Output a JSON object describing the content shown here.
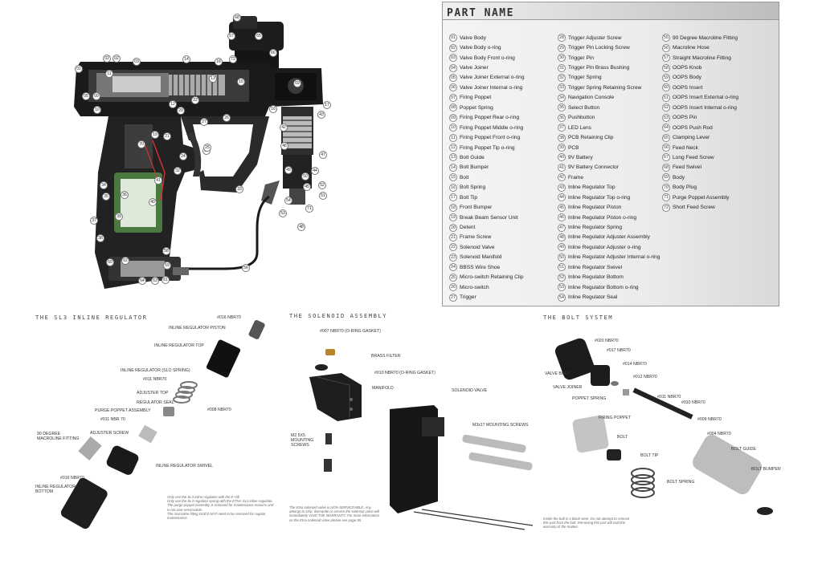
{
  "parts_table": {
    "title": "PART NAME",
    "columns": [
      [
        {
          "num": "01",
          "name": "Valve Body"
        },
        {
          "num": "02",
          "name": "Valve Body o-ring"
        },
        {
          "num": "03",
          "name": "Valve Body Front o-ring"
        },
        {
          "num": "04",
          "name": "Valve Joiner"
        },
        {
          "num": "05",
          "name": "Valve Joiner External o-ring"
        },
        {
          "num": "06",
          "name": "Valve Joiner Internal o-ring"
        },
        {
          "num": "07",
          "name": "Firing Poppet"
        },
        {
          "num": "08",
          "name": "Poppet Spring"
        },
        {
          "num": "09",
          "name": "Firing Poppet Rear o-ring"
        },
        {
          "num": "10",
          "name": "Firing Poppet Middle o-ring"
        },
        {
          "num": "11",
          "name": "Firing Poppet Front o-ring"
        },
        {
          "num": "12",
          "name": "Firing Poppet Tip o-ring"
        },
        {
          "num": "13",
          "name": "Bolt Guide"
        },
        {
          "num": "14",
          "name": "Bolt Bumper"
        },
        {
          "num": "15",
          "name": "Bolt"
        },
        {
          "num": "16",
          "name": "Bolt Spring"
        },
        {
          "num": "17",
          "name": "Bolt Tip"
        },
        {
          "num": "18",
          "name": "Front Bumper"
        },
        {
          "num": "19",
          "name": "Break Beam Sensor Unit"
        },
        {
          "num": "20",
          "name": "Detent"
        },
        {
          "num": "21",
          "name": "Frame Screw"
        },
        {
          "num": "22",
          "name": "Solenoid Valve"
        },
        {
          "num": "23",
          "name": "Solenoid Manifold"
        },
        {
          "num": "24",
          "name": "BBSS Wire Shoe"
        },
        {
          "num": "25",
          "name": "Micro-switch Retaining Clip"
        },
        {
          "num": "26",
          "name": "Micro-switch"
        },
        {
          "num": "27",
          "name": "Trigger"
        }
      ],
      [
        {
          "num": "28",
          "name": "Trigger Adjuster Screw"
        },
        {
          "num": "29",
          "name": "Trigger Pin Locking Screw"
        },
        {
          "num": "30",
          "name": "Trigger Pin"
        },
        {
          "num": "31",
          "name": "Trigger Pin Brass Bushing"
        },
        {
          "num": "32",
          "name": "Trigger Spring"
        },
        {
          "num": "33",
          "name": "Trigger Spring Retaining Screw"
        },
        {
          "num": "34",
          "name": "Navigation Console"
        },
        {
          "num": "35",
          "name": "Select Button"
        },
        {
          "num": "36",
          "name": "Pushbutton"
        },
        {
          "num": "37",
          "name": "LED Lens"
        },
        {
          "num": "38",
          "name": "PCB Retaining Clip"
        },
        {
          "num": "39",
          "name": "PCB"
        },
        {
          "num": "40",
          "name": "9V Battery"
        },
        {
          "num": "41",
          "name": "9V Battery Connector"
        },
        {
          "num": "42",
          "name": "Frame"
        },
        {
          "num": "43",
          "name": "Inline Regulator Top"
        },
        {
          "num": "44",
          "name": "Inline Regulator Top o-ring"
        },
        {
          "num": "45",
          "name": "Inline Regulator Piston"
        },
        {
          "num": "46",
          "name": "Inline Regulator Piston o-ring"
        },
        {
          "num": "47",
          "name": "Inline Regulator Spring"
        },
        {
          "num": "48",
          "name": "Inline Regulator Adjuster Assembly"
        },
        {
          "num": "49",
          "name": "Inline Regulator Adjuster o-ring"
        },
        {
          "num": "50",
          "name": "Inline Regulator Adjuster Internal o-ring"
        },
        {
          "num": "51",
          "name": "Inline Regulator Swivel"
        },
        {
          "num": "52",
          "name": "Inline Regulator Bottom"
        },
        {
          "num": "53",
          "name": "Inline Regulator Bottom o-ring"
        },
        {
          "num": "54",
          "name": "Inline Regulator Seal"
        }
      ],
      [
        {
          "num": "55",
          "name": "90 Degree Macroline Fitting"
        },
        {
          "num": "56",
          "name": "Macroline Hose"
        },
        {
          "num": "57",
          "name": "Straight Macroline Fitting"
        },
        {
          "num": "58",
          "name": "OOPS Knob"
        },
        {
          "num": "59",
          "name": "OOPS Body"
        },
        {
          "num": "60",
          "name": "OOPS Insert"
        },
        {
          "num": "61",
          "name": "OOPS Insert External o-ring"
        },
        {
          "num": "62",
          "name": "OOPS Insert Internal o-ring"
        },
        {
          "num": "63",
          "name": "OOPS Pin"
        },
        {
          "num": "64",
          "name": "OOPS Push Rod"
        },
        {
          "num": "65",
          "name": "Clamping Lever"
        },
        {
          "num": "66",
          "name": "Feed Neck"
        },
        {
          "num": "67",
          "name": "Long Feed Screw"
        },
        {
          "num": "68",
          "name": "Feed Swivel"
        },
        {
          "num": "69",
          "name": "Body"
        },
        {
          "num": "70",
          "name": "Body Plug"
        },
        {
          "num": "71",
          "name": "Purge Poppet Assembly"
        },
        {
          "num": "72",
          "name": "Short Feed Screw"
        }
      ]
    ]
  },
  "marker_callouts": [
    "68",
    "57",
    "65",
    "01",
    "02",
    "02",
    "03",
    "14",
    "18",
    "72",
    "66",
    "69",
    "09",
    "05",
    "10",
    "11",
    "12",
    "13",
    "15",
    "16",
    "17",
    "21",
    "70",
    "19",
    "22",
    "20",
    "29",
    "32",
    "27",
    "25",
    "24",
    "26",
    "33",
    "42",
    "46",
    "47",
    "43",
    "44",
    "45",
    "49",
    "50",
    "52",
    "51",
    "53",
    "71",
    "48",
    "54",
    "34",
    "36",
    "35",
    "37",
    "38",
    "39",
    "40",
    "41",
    "64",
    "63",
    "61",
    "59",
    "58",
    "62",
    "60",
    "56"
  ],
  "regulator": {
    "title": "THE SL3 INLINE REGULATOR",
    "labels": {
      "o016_top": "#016 NBR70",
      "piston": "INLINE REGULATOR PISTON",
      "top": "INLINE REGULATOR TOP",
      "spring": "INLINE REGULATOR (SLO SPRING)",
      "o011": "#011 NBR70",
      "adj_top": "ADJUSTER TOP",
      "seal": "REGULATOR SEAL",
      "purge": "PURGE POPPET ASSEMBLY",
      "o011b": "#011 NBR 70",
      "o008": "#008 NBR70",
      "adj_screw": "ADJUSTER SCREW",
      "macro": "90 DEGREE MACROLINE FITTING",
      "swivel": "INLINE REGULATOR SWIVEL",
      "o016_bot": "#016 NBR70",
      "bottom": "INLINE REGULATOR BOTTOM"
    },
    "notes": [
      "Only use the SL3 inline regulator with the E-Vill.",
      "Only use the SL3 regulator spring with the ETNA SL3 inline regulator.",
      "The purge poppet assembly is removed for maintenance reasons and is not user-serviceable.",
      "The macroline fitting DOES NOT need to be removed for regular maintenance."
    ]
  },
  "solenoid": {
    "title": "THE SOLENOID ASSEMBLY",
    "labels": {
      "gasket1": "#007 NBR70 (O-RING GASKET)",
      "filter": "BRASS FILTER",
      "gasket2": "#010 NBR70 (O-RING GASKET)",
      "manifold": "MANIFOLD",
      "valve": "SOLENOID VALVE",
      "mscrews": "M3x17 MOUNTING SCREWS",
      "m2screws": "M2 5X5 MOUNTING SCREWS"
    },
    "note": "The Etna solenoid valve is NON-SERVICEABLE. Any attempt to strip, dismantle or service the solenoid valve will immediately VOID THE WARRANTY. For more information on the Etna solenoid valve please see page 55."
  },
  "bolt": {
    "title": "THE BOLT SYSTEM",
    "labels": {
      "o020": "#020 NBR70",
      "o017": "#017 NBR70",
      "o014": "#014 NBR70",
      "o012": "#012 NBR70",
      "valve_body": "VALVE BODY",
      "valve_joiner": "VALVE JOINER",
      "poppet_spring": "POPPET SPRING",
      "o011": "#011 NBR70",
      "o010": "#010 NBR70",
      "firing_poppet": "FIRING POPPET",
      "o009": "#009 NBR70",
      "bolt": "BOLT",
      "o004": "#004 NBR70",
      "bolt_tip": "BOLT TIP",
      "bolt_guide": "BOLT GUIDE",
      "bolt_spring": "BOLT SPRING",
      "bolt_bumper": "BOLT BUMPER"
    },
    "note": "Inside the bolt is a black stem. Do not attempt to remove this part from the bolt. Removing this part will void the warranty of the marker."
  }
}
